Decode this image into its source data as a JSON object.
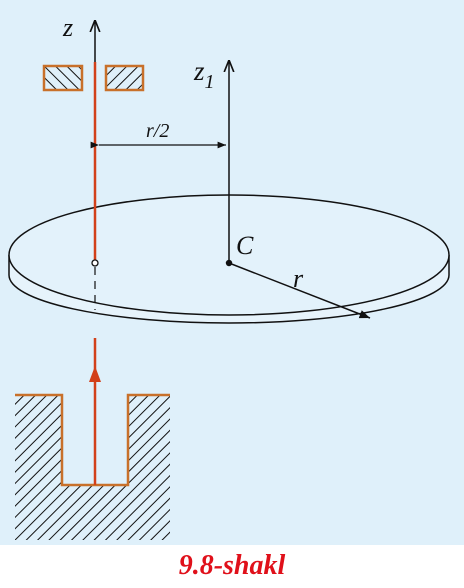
{
  "labels": {
    "z_axis": "z",
    "z1_axis": "z",
    "z1_subscript": "1",
    "half_radius": "r/2",
    "center": "C",
    "radius": "r"
  },
  "caption": "9.8-shakl",
  "colors": {
    "figure_background": "#dff0fa",
    "shaft": "#d2401a",
    "bearing": "#c8702a",
    "caption": "#e0101a",
    "ink": "#111111"
  }
}
